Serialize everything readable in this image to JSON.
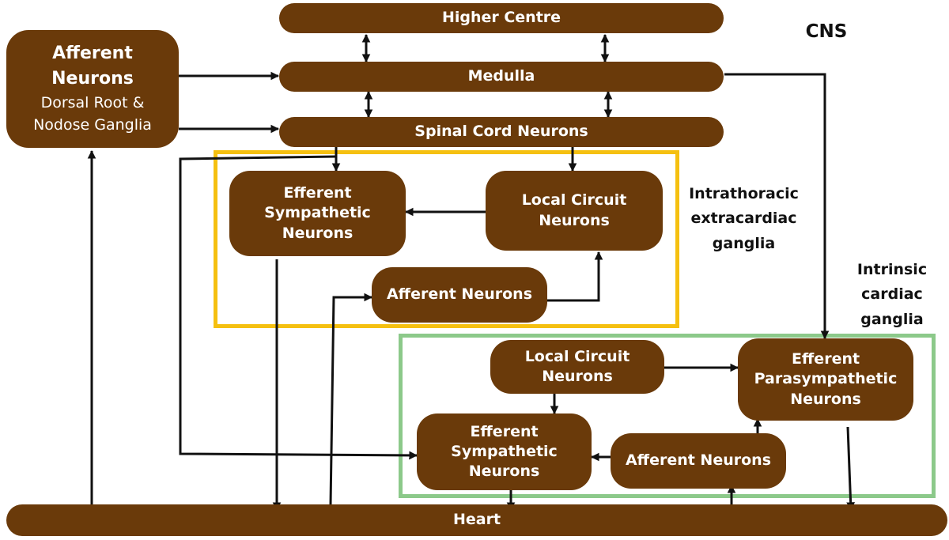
{
  "nodes": {
    "higher_centre": "Higher Centre",
    "medulla": "Medulla",
    "spinal_cord": "Spinal Cord Neurons",
    "afferent_main": {
      "title_1": "Afferent",
      "title_2": "Neurons",
      "sub_1": "Dorsal Root &",
      "sub_2": "Nodose Ganglia"
    },
    "heart": "Heart",
    "extracardiac": {
      "efferent_symp": [
        "Efferent",
        "Sympathetic",
        "Neurons"
      ],
      "local_circuit": [
        "Local Circuit",
        "Neurons"
      ],
      "afferent": "Afferent Neurons"
    },
    "intrinsic": {
      "local_circuit": [
        "Local Circuit",
        "Neurons"
      ],
      "efferent_para": [
        "Efferent",
        "Parasympathetic",
        "Neurons"
      ],
      "efferent_symp": [
        "Efferent",
        "Sympathetic",
        "Neurons"
      ],
      "afferent": "Afferent Neurons"
    }
  },
  "labels": {
    "cns": "CNS",
    "intrathoracic": [
      "Intrathoracic",
      "extracardiac",
      "ganglia"
    ],
    "intrinsic": [
      "Intrinsic",
      "cardiac",
      "ganglia"
    ]
  },
  "colors": {
    "node_fill": "#6a3a0a",
    "node_text": "#ffffff",
    "extracardiac_frame": "#f5c010",
    "intrinsic_frame": "#8cc98a",
    "arrow": "#111111"
  }
}
